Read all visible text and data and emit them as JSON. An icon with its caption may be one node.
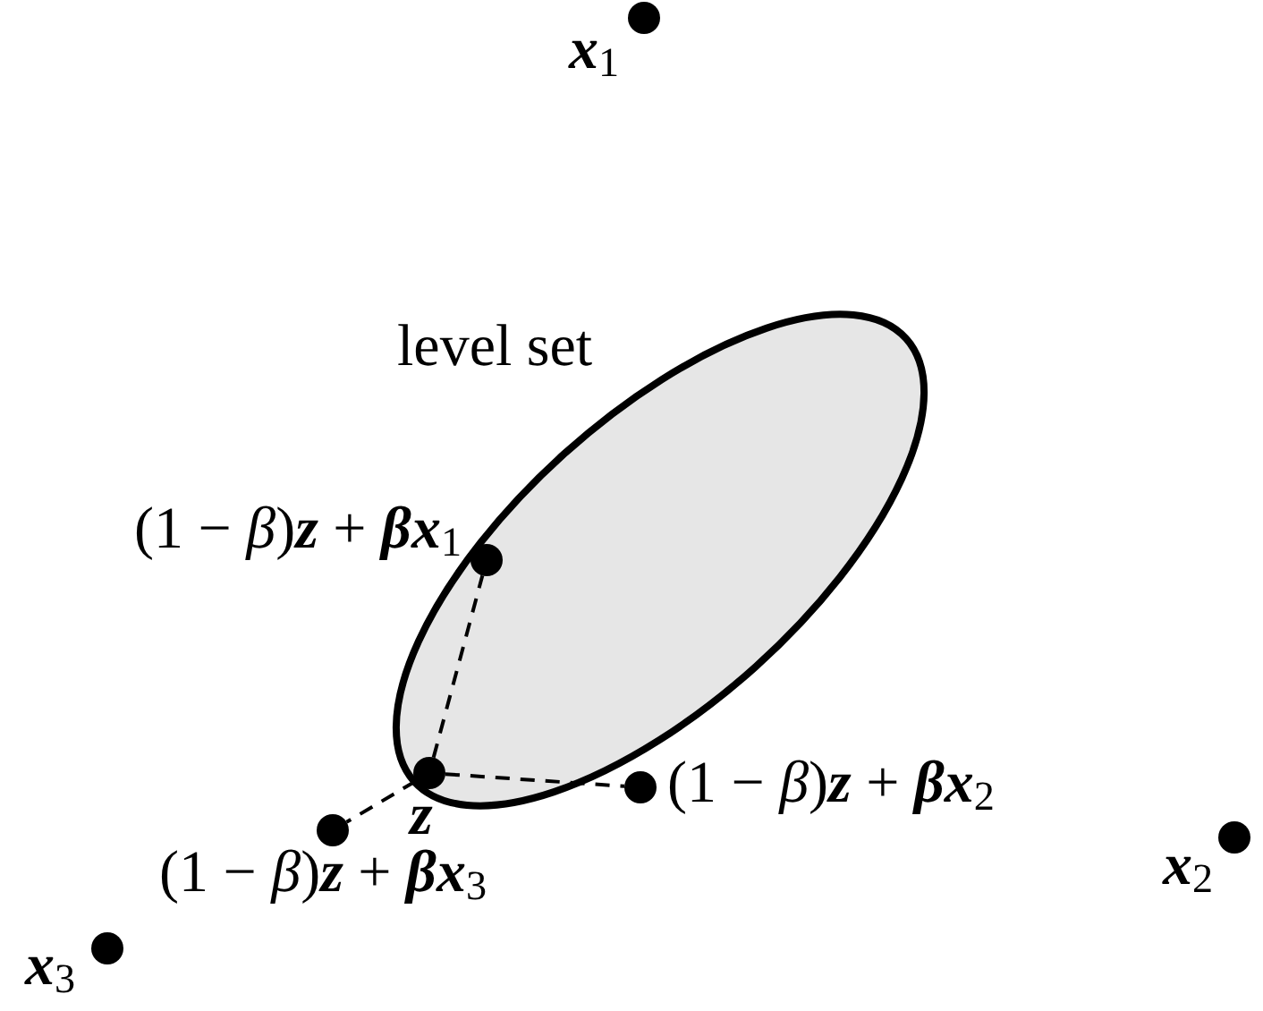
{
  "diagram": {
    "nodes": [
      {
        "text": [],
        "shape": "circle",
        "beside": [
          "**x**$_{1}$"
        ]
      },
      {
        "text": [
          "level set"
        ]
      },
      {
        "text": [],
        "shape": "circle",
        "beside": [
          "(1 − *β*)**z** + **βx**$_{1}$"
        ],
        "in": 1
      },
      {
        "text": [],
        "shape": "circle",
        "beside": [
          "(1 − *β*)**z** + **βx**$_{2}$"
        ]
      },
      {
        "text": [],
        "shape": "circle",
        "beside": [
          "**z**"
        ],
        "in": 1
      },
      {
        "text": [],
        "shape": "circle",
        "beside": [
          "**x**$_{2}$"
        ]
      },
      {
        "text": [],
        "shape": "circle",
        "beside": [
          "(1 − *β*)**z** + **βx**$_{3}$"
        ]
      },
      {
        "text": [],
        "shape": "circle",
        "beside": [
          "**x**$_{3}$"
        ]
      }
    ],
    "edges": [
      {
        "from": 4,
        "to": 2,
        "arrow": "none",
        "style": "dashed"
      },
      {
        "from": 4,
        "to": 3,
        "arrow": "none",
        "style": "dashed"
      },
      {
        "from": 4,
        "to": 6,
        "arrow": "none",
        "style": "dashed"
      }
    ]
  }
}
